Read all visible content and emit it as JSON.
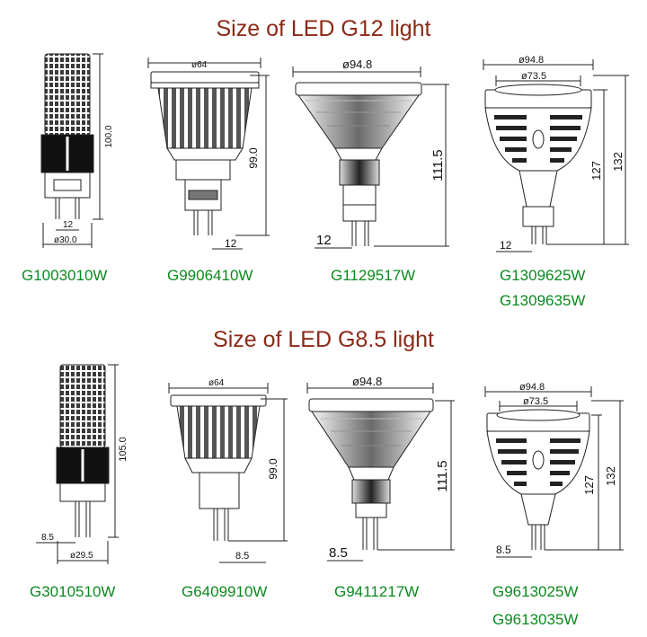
{
  "sections": [
    {
      "title": "Size of LED G12 light",
      "products": [
        {
          "models": [
            "G1003010W"
          ],
          "dims": {
            "height": "100.0",
            "pin": "12",
            "diameter": "ø30.0"
          }
        },
        {
          "models": [
            "G9906410W"
          ],
          "dims": {
            "diameter": "ø64",
            "height": "99.0",
            "pin": "12"
          }
        },
        {
          "models": [
            "G1129517W"
          ],
          "dims": {
            "diameter": "ø94.8",
            "height": "111.5",
            "pin": "12"
          }
        },
        {
          "models": [
            "G1309625W",
            "G1309635W"
          ],
          "dims": {
            "outer": "ø94.8",
            "inner": "ø73.5",
            "h1": "127",
            "h2": "132",
            "pin": "12"
          }
        }
      ]
    },
    {
      "title": "Size of LED G8.5 light",
      "products": [
        {
          "models": [
            "G3010510W"
          ],
          "dims": {
            "height": "105.0",
            "pin": "8.5",
            "diameter": "ø29.5"
          }
        },
        {
          "models": [
            "G6409910W"
          ],
          "dims": {
            "diameter": "ø64",
            "height": "99.0",
            "pin": "8.5"
          }
        },
        {
          "models": [
            "G9411217W"
          ],
          "dims": {
            "diameter": "ø94.8",
            "height": "111.5",
            "pin": "8.5"
          }
        },
        {
          "models": [
            "G9613025W",
            "G9613035W"
          ],
          "dims": {
            "outer": "ø94.8",
            "inner": "ø73.5",
            "h1": "127",
            "h2": "132",
            "pin": "8.5"
          }
        }
      ]
    }
  ],
  "colors": {
    "title": "#8b2a17",
    "model": "#0a8a1e",
    "line": "#222222"
  }
}
